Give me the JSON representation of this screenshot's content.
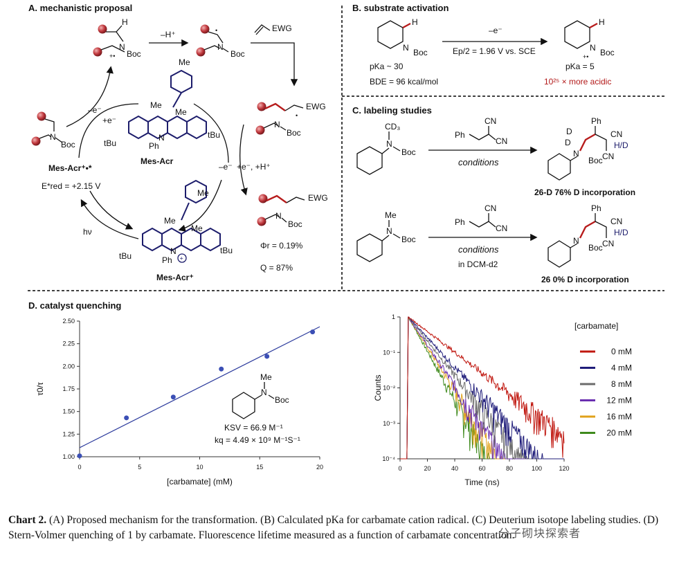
{
  "panels": {
    "a": {
      "title": "A. mechanistic proposal",
      "labels": {
        "minus_h": "–H⁺",
        "ewg_reagent": "EWG",
        "minus_e": "–e⁻",
        "plus_e": "+e⁻",
        "minus_e2": "–e⁻",
        "plus_e_h": "+e⁻, +H⁺",
        "boc": "Boc",
        "h": "H",
        "ewg": "EWG",
        "mes_acr_radical_cation": "Mes-Acr⁺•*",
        "e_red": "E*red = +2.15 V",
        "mes_acr": "Mes-Acr",
        "mes_acr_plus": "Mes-Acr⁺",
        "hv": "hν",
        "phi": "Φr = 0.19%",
        "q": "Q = 87%",
        "me": "Me",
        "tbu": "tBu",
        "ph": "Ph",
        "n": "N"
      }
    },
    "b": {
      "title": "B. substrate activation",
      "left_pka": "pKa ~ 30",
      "left_bde": "BDE = 96 kcal/mol",
      "arrow_top": "–e⁻",
      "arrow_bottom": "Ep/2 = 1.96 V vs. SCE",
      "right_pka": "pKa = 5",
      "right_note": "10²⁵ × more acidic",
      "h": "H",
      "boc": "Boc",
      "n": "N"
    },
    "c": {
      "title": "C. labeling studies",
      "cd3": "CD₃",
      "me": "Me",
      "boc": "Boc",
      "n": "N",
      "ph": "Ph",
      "cn": "CN",
      "conditions": "conditions",
      "in_dcm": "in DCM-d2",
      "hd": "H/D",
      "d": "D",
      "result_1": "26-D 76% D incorporation",
      "result_2": "26 0% D incorporation"
    },
    "d": {
      "title": "D. catalyst quenching",
      "ksv": "KSV = 66.9 M⁻¹",
      "kq": "kq = 4.49 × 10⁹ M⁻¹S⁻¹",
      "legend_title": "[carbamate]"
    }
  },
  "chart_data": [
    {
      "type": "scatter",
      "xlabel": "[carbamate]  (mM)",
      "ylabel": "τ0/τ",
      "xlim": [
        0,
        20
      ],
      "ylim": [
        1.0,
        2.5
      ],
      "xticks": [
        0,
        5,
        10,
        15,
        20
      ],
      "yticks": [
        "1.00",
        "1.25",
        "1.50",
        "1.75",
        "2.00",
        "2.25",
        "2.50"
      ],
      "points": [
        {
          "x": 0,
          "y": 1.01
        },
        {
          "x": 3.9,
          "y": 1.43
        },
        {
          "x": 7.8,
          "y": 1.66
        },
        {
          "x": 11.8,
          "y": 1.97
        },
        {
          "x": 15.6,
          "y": 2.11
        },
        {
          "x": 19.4,
          "y": 2.38
        }
      ],
      "fit": {
        "slope": 0.0669,
        "intercept": 1.1
      },
      "point_color": "#3b4fb5",
      "line_color": "#2b3a9c"
    },
    {
      "type": "line",
      "xlabel": "Time (ns)",
      "ylabel": "Counts",
      "yscale": "log",
      "xlim": [
        0,
        120
      ],
      "ylim": [
        0.0001,
        1
      ],
      "xticks": [
        0,
        20,
        40,
        60,
        80,
        100,
        120
      ],
      "yticks": [
        "10⁻⁴",
        "10⁻³",
        "10⁻²",
        "10⁻¹",
        "1"
      ],
      "legend_title": "[carbamate]",
      "series": [
        {
          "name": "0 mM",
          "color": "#c0170f",
          "lifetime_ns": 14.9
        },
        {
          "name": "4 mM",
          "color": "#1f1c7a",
          "lifetime_ns": 10.4
        },
        {
          "name": "8 mM",
          "color": "#6b6b6b",
          "lifetime_ns": 9.0
        },
        {
          "name": "12 mM",
          "color": "#6a2fb0",
          "lifetime_ns": 7.6
        },
        {
          "name": "16 mM",
          "color": "#e0a11a",
          "lifetime_ns": 7.1
        },
        {
          "name": "20 mM",
          "color": "#3f8a1d",
          "lifetime_ns": 6.3
        }
      ]
    }
  ],
  "caption": {
    "label": "Chart 2.",
    "text": " (A) Proposed mechanism for the transformation. (B) Calculated pKa for carbamate cation radical. (C) Deuterium isotope labeling studies. (D) Stern-Volmer quenching of 1 by carbamate. Fluorescence lifetime measured as a function of carbamate concentration."
  },
  "watermark": "分子砌块探索者"
}
